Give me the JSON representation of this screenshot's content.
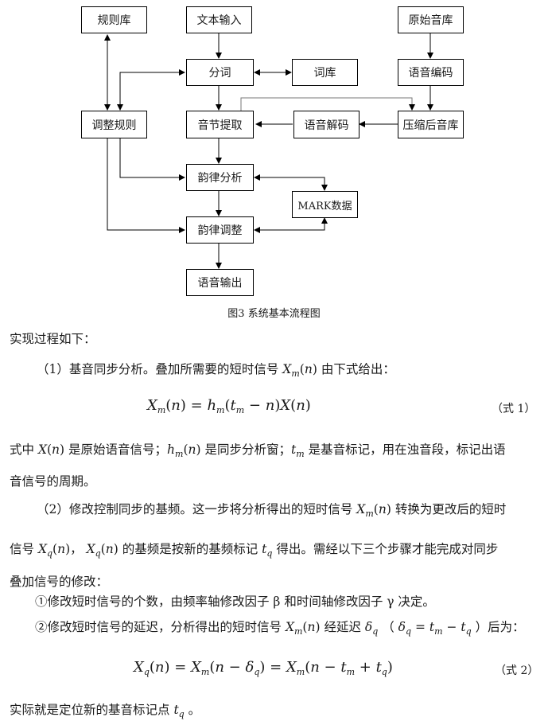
{
  "diagram": {
    "boxes": {
      "rules_lib": "规则库",
      "text_input": "文本输入",
      "orig_sound_lib": "原始音库",
      "segmentation": "分词",
      "lexicon": "词库",
      "speech_encoding": "语音编码",
      "adjust_rules": "调整规则",
      "syllable_extract": "音节提取",
      "speech_decoding": "语音解码",
      "compressed_lib": "压缩后音库",
      "prosody_analysis": "韵律分析",
      "mark_data": "MARK数据",
      "prosody_adjust": "韵律调整",
      "speech_output": "语音输出"
    },
    "caption": "图3  系统基本流程图"
  },
  "text": {
    "p1": "实现过程如下：",
    "p2_a": "（1）基音同步分析。叠加所需要的短时信号",
    "p2_b": "由下式给出：",
    "eq1_no": "（式 1）",
    "p3_a": "式中",
    "p3_b": "是原始语音信号；",
    "p3_c": "是同步分析窗；",
    "p3_d": "是基音标记，用在浊音段，标记出语",
    "p4": "音信号的周期。",
    "p5_a": "（2）修改控制同步的基频。这一步将分析得出的短时信号",
    "p5_b": "转换为更改后的短时",
    "p6_a": "信号",
    "p6_b": "，",
    "p6_c": "的基频是按新的基频标记",
    "p6_d": "得出。需经以下三个步骤才能完成对同步",
    "p7": "叠加信号的修改：",
    "p8": "①修改短时信号的个数，由频率轴修改因子 β 和时间轴修改因子 γ 决定。",
    "p9_a": "②修改短时信号的延迟，分析得出的短时信号",
    "p9_b": "经延迟",
    "p9_c": "（",
    "p9_d": "）后为：",
    "eq2_no": "（式 2）",
    "p10_a": "实际就是定位新的基音标记点",
    "p10_b": "。"
  }
}
